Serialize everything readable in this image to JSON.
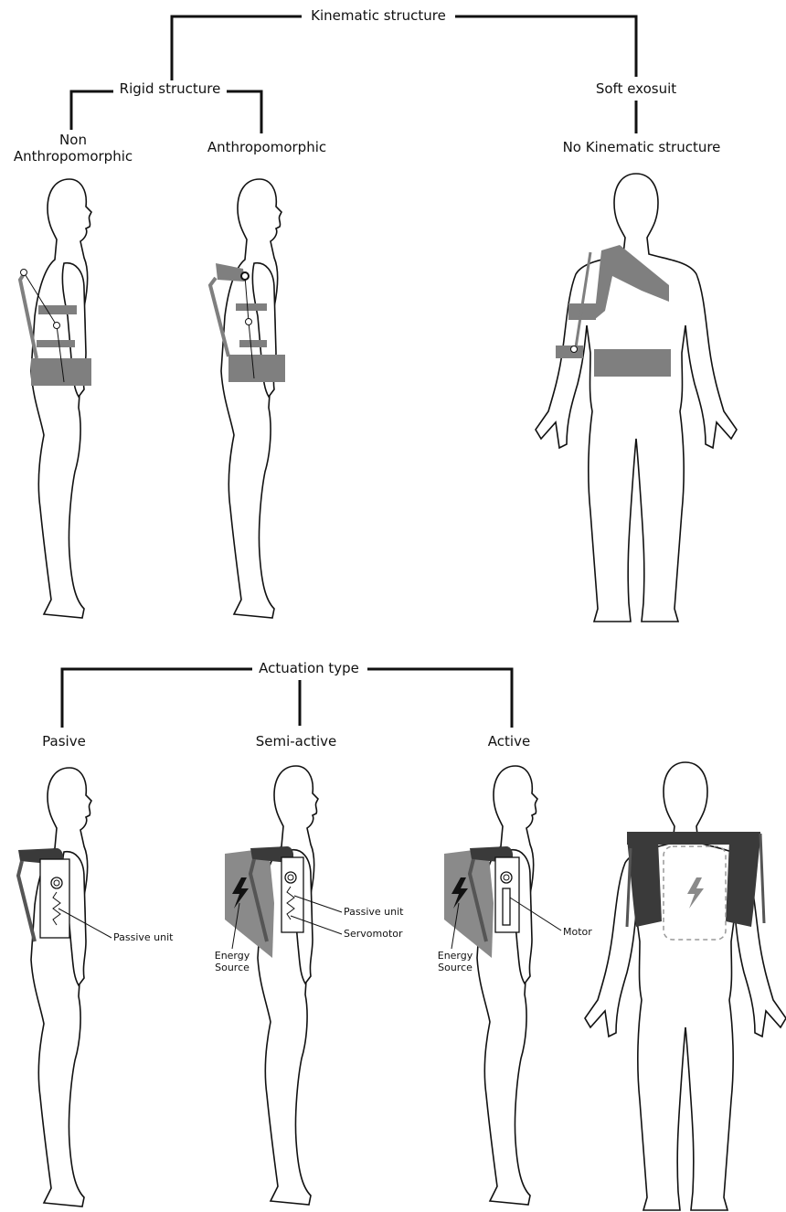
{
  "top_tree": {
    "root": "Kinematic structure",
    "rigid": "Rigid structure",
    "soft": "Soft exosuit",
    "non_anthro": "Non\nAnthropomorphic",
    "anthro": "Anthropomorphic",
    "no_kin": "No Kinematic structure"
  },
  "bottom_tree": {
    "root": "Actuation type",
    "passive": "Pasive",
    "semi": "Semi-active",
    "active": "Active"
  },
  "annotations": {
    "passive_unit_1": "Passive unit",
    "passive_unit_2": "Passive unit",
    "servomotor": "Servomotor",
    "energy_source_1": "Energy\nSource",
    "energy_source_2": "Energy\nSource",
    "motor": "Motor"
  },
  "colors": {
    "line": "#111111",
    "strap": "#7f7f7f",
    "dark": "#3a3a3a"
  }
}
